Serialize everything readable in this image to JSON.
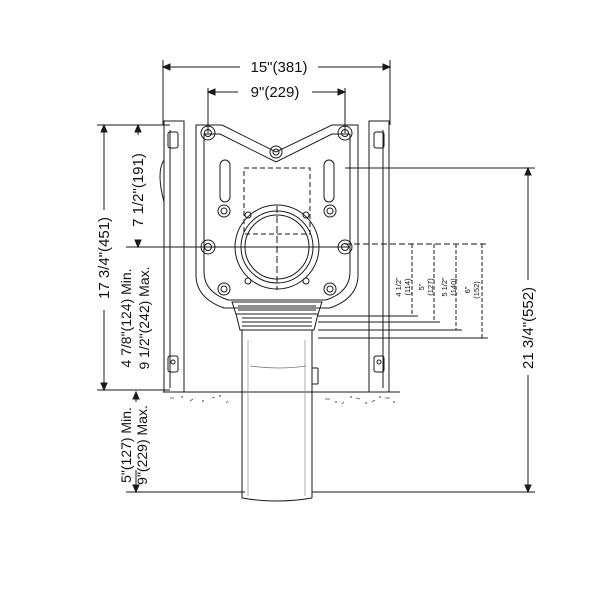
{
  "dimensions": {
    "overall_width": "15\"(381)",
    "bolt_spacing": "9\"(229)",
    "overall_height": "17 3/4\"(451)",
    "center_height": "7 1/2\"(191)",
    "outlet_range_min": "4 7/8\"(124) Min.",
    "outlet_range_max": "9 1/2\"(242) Max.",
    "total_height": "21 3/4\"(552)",
    "below_floor_min": "5\"(127) Min.",
    "below_floor_max": "9\"(229) Max."
  },
  "side_callouts": [
    {
      "label": "4 1/2\"",
      "value": "(114)"
    },
    {
      "label": "5\"",
      "value": "(127)"
    },
    {
      "label": "5 1/2\"",
      "value": "(140)"
    },
    {
      "label": "6\"",
      "value": "(152)"
    }
  ],
  "colors": {
    "line": "#1a1a1a",
    "background": "#ffffff",
    "hatch": "#555555"
  }
}
